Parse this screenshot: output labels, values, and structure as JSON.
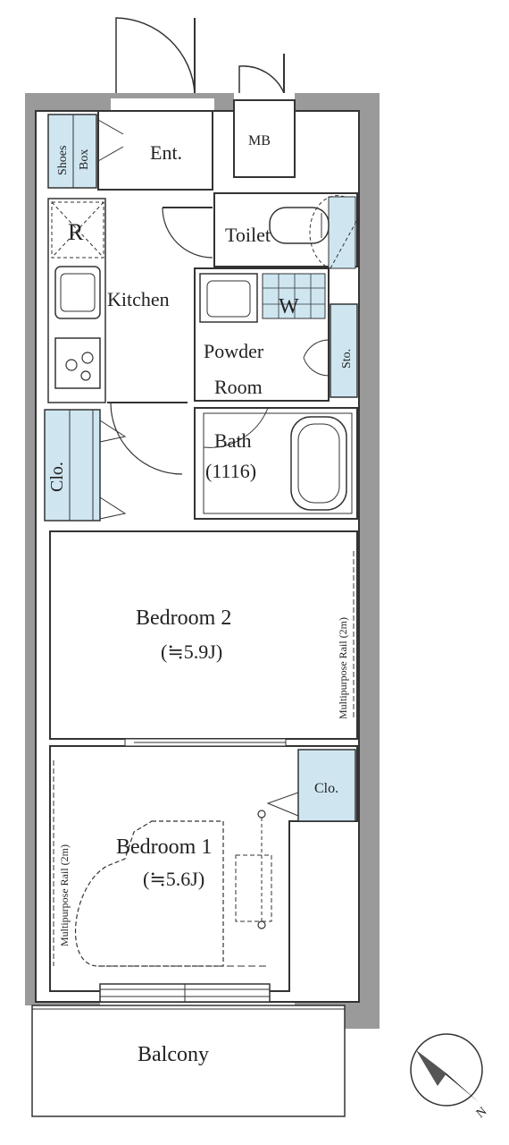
{
  "floor_plan": {
    "rooms": {
      "entrance": "Ent.",
      "mb": "MB",
      "shoes_box_line1": "Shoes",
      "shoes_box_line2": "Box",
      "refrigerator": "R",
      "kitchen": "Kitchen",
      "toilet": "Toilet",
      "washer": "W",
      "powder_room_line1": "Powder",
      "powder_room_line2": "Room",
      "storage": "Sto.",
      "closet_upper": "Clo.",
      "bath_line1": "Bath",
      "bath_line2": "(1116)",
      "bedroom2": "Bedroom 2",
      "bedroom2_size": "(≒5.9J)",
      "rail_bedroom2": "Multipurpose Rail (2m)",
      "closet_lower": "Clo.",
      "bedroom1": "Bedroom 1",
      "bedroom1_size": "(≒5.6J)",
      "rail_bedroom1": "Multipurpose Rail (2m)",
      "balcony": "Balcony"
    },
    "compass": {
      "label": "N"
    },
    "colors": {
      "wall": "#9a9a9a",
      "wall_dark": "#777777",
      "storage_fill": "#cfe6f1",
      "line": "#333333"
    }
  }
}
